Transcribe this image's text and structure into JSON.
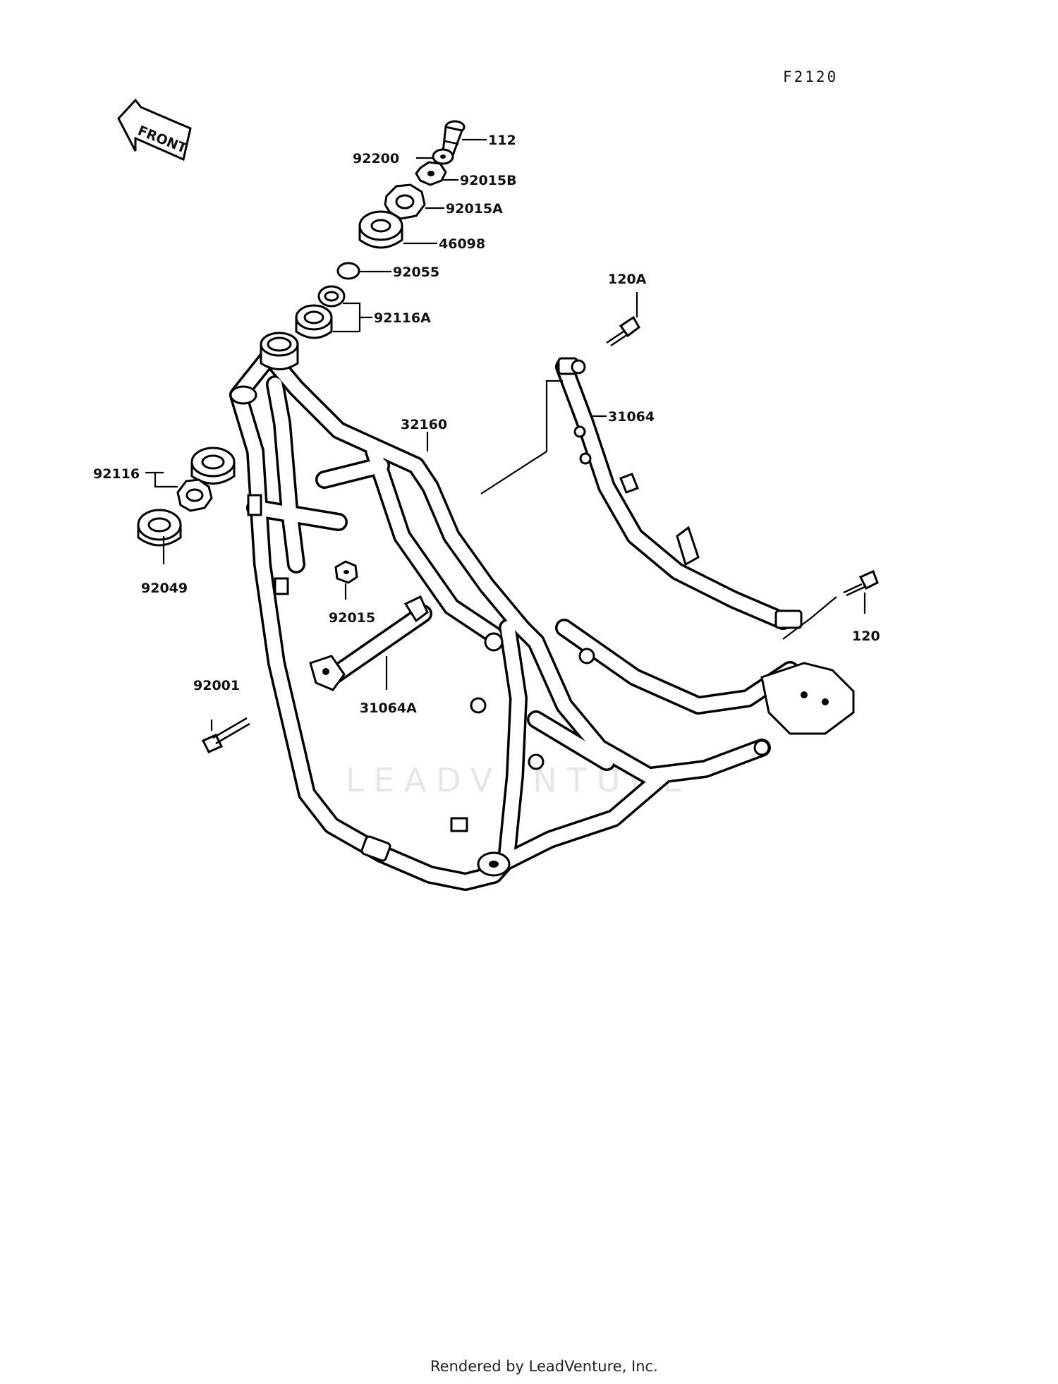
{
  "diagram": {
    "code": "F2120",
    "front_arrow_label": "FRONT",
    "watermark": "LEADVENTURE",
    "footer": "Rendered by LeadVenture, Inc.",
    "parts": [
      {
        "id": "p112",
        "label": "112"
      },
      {
        "id": "p92200",
        "label": "92200"
      },
      {
        "id": "p92015B",
        "label": "92015B"
      },
      {
        "id": "p92015A",
        "label": "92015A"
      },
      {
        "id": "p46098",
        "label": "46098"
      },
      {
        "id": "p92055",
        "label": "92055"
      },
      {
        "id": "p92116A",
        "label": "92116A"
      },
      {
        "id": "p120A",
        "label": "120A"
      },
      {
        "id": "p32160",
        "label": "32160"
      },
      {
        "id": "p31064",
        "label": "31064"
      },
      {
        "id": "p92116",
        "label": "92116"
      },
      {
        "id": "p92049",
        "label": "92049"
      },
      {
        "id": "p92015",
        "label": "92015"
      },
      {
        "id": "p120",
        "label": "120"
      },
      {
        "id": "p92001",
        "label": "92001"
      },
      {
        "id": "p31064A",
        "label": "31064A"
      }
    ]
  }
}
